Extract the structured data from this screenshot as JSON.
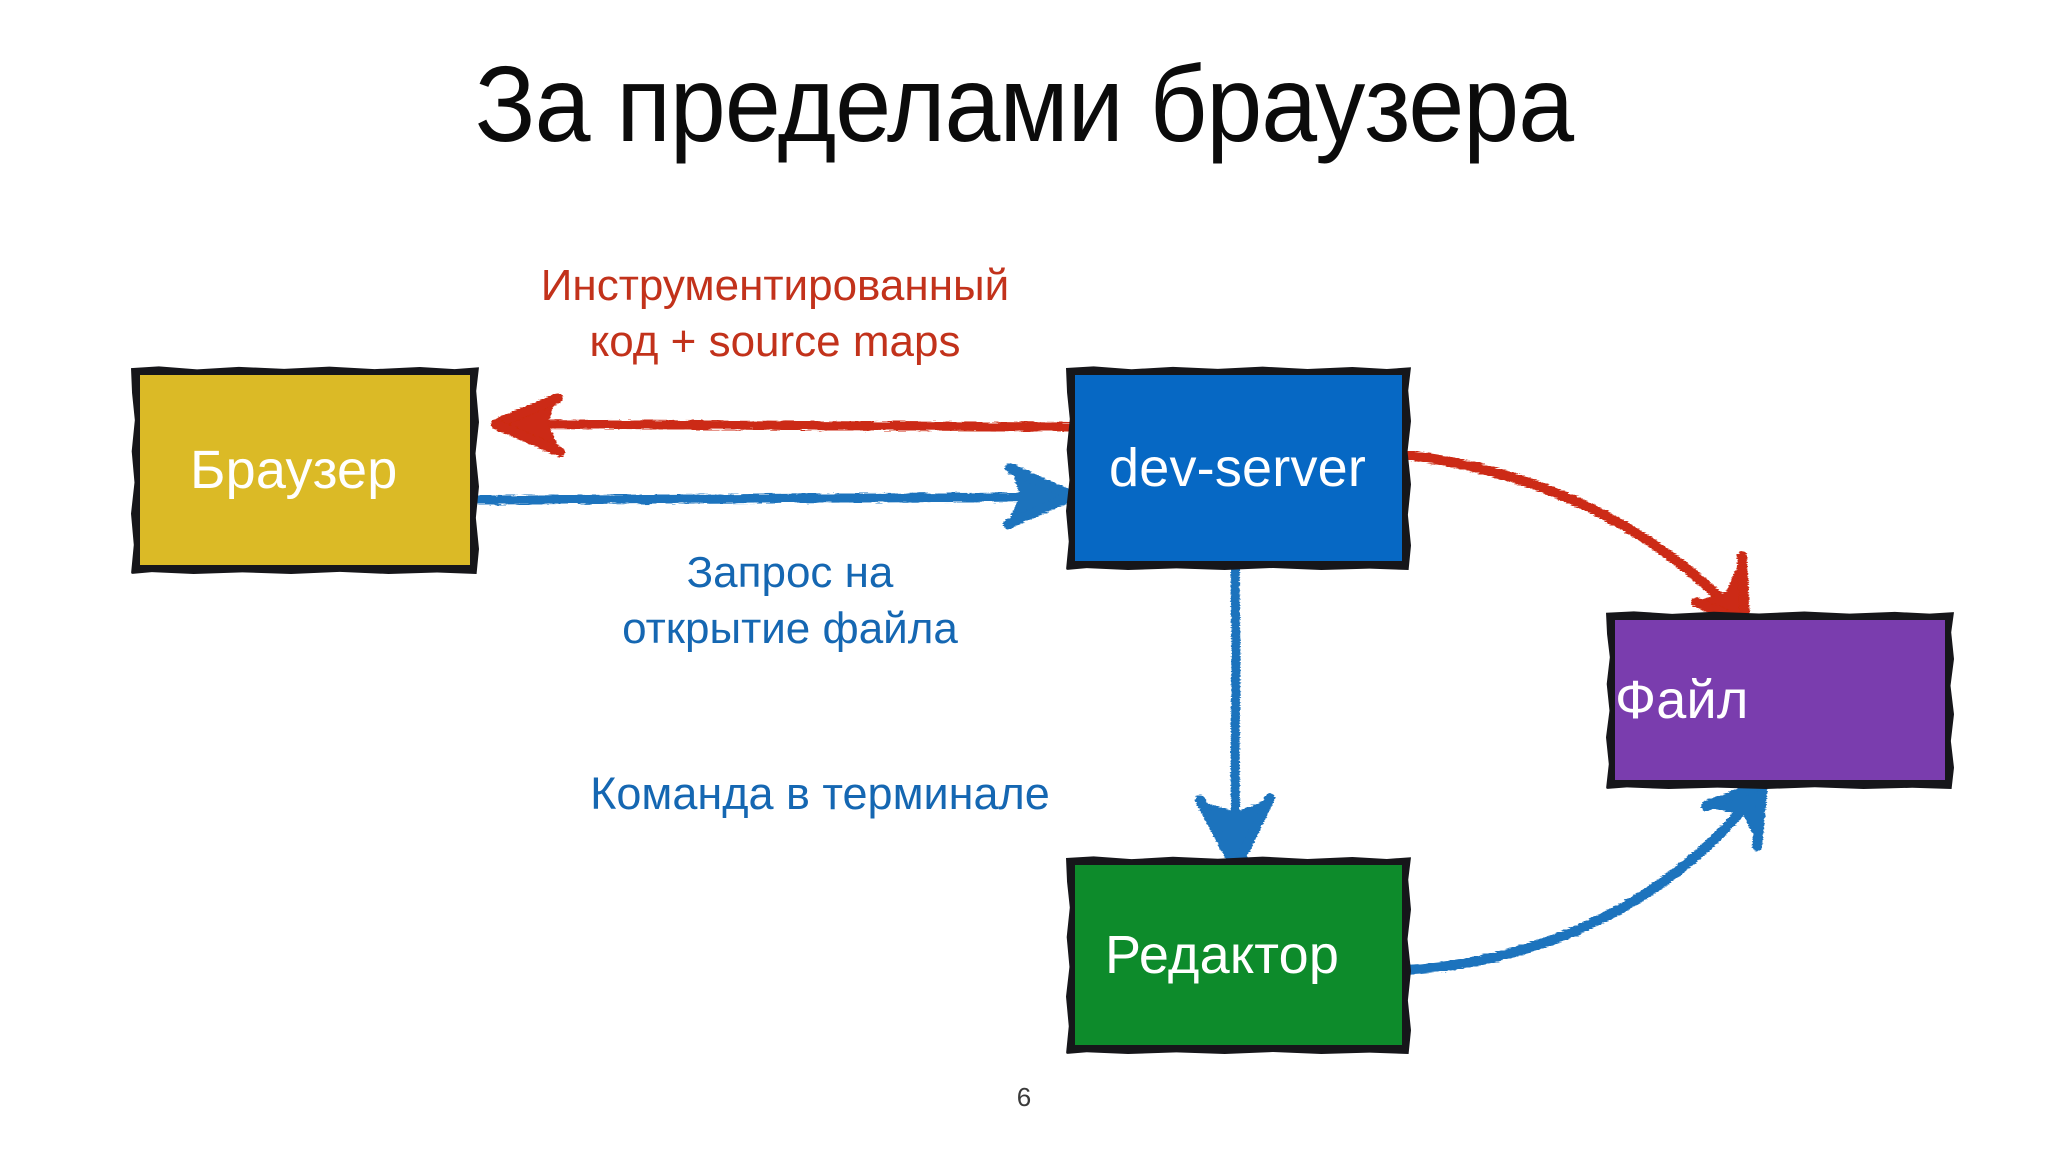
{
  "slide": {
    "title": "За пределами браузера",
    "page_number": "6",
    "background_color": "#ffffff"
  },
  "nodes": [
    {
      "id": "browser",
      "label": "Браузер",
      "fill": "#dbba26",
      "text_color": "#ffffff",
      "border_color": "#16161a"
    },
    {
      "id": "dev-server",
      "label": "dev-server",
      "fill": "#0668c4",
      "text_color": "#ffffff",
      "border_color": "#16161a"
    },
    {
      "id": "file",
      "label": "Файл",
      "fill": "#7a3dae",
      "text_color": "#ffffff",
      "border_color": "#16161a"
    },
    {
      "id": "editor",
      "label": "Редактор",
      "fill": "#0d8b2b",
      "text_color": "#ffffff",
      "border_color": "#16161a"
    }
  ],
  "edge_labels": {
    "instrumented": "Инструментированный\nкод + source maps",
    "open_file_request": "Запрос на\nоткрытие файла",
    "terminal_command": "Команда в терминале"
  },
  "colors": {
    "red": "#cc2b12",
    "red_text": "#c2321b",
    "blue": "#1b73bd",
    "blue_text": "#1567b2",
    "black": "#16161a"
  },
  "arrows": [
    {
      "id": "devserver-to-browser",
      "from": "dev-server",
      "to": "browser",
      "color": "#cc2b12",
      "shape": "straight",
      "direction": "left",
      "label": "instrumented"
    },
    {
      "id": "browser-to-devserver",
      "from": "browser",
      "to": "dev-server",
      "color": "#1b73bd",
      "shape": "straight",
      "direction": "right",
      "label": "open_file_request"
    },
    {
      "id": "devserver-to-file",
      "from": "dev-server",
      "to": "file",
      "color": "#cc2b12",
      "shape": "curved",
      "direction": "down-right",
      "label": ""
    },
    {
      "id": "devserver-to-editor",
      "from": "dev-server",
      "to": "editor",
      "color": "#1b73bd",
      "shape": "straight",
      "direction": "down",
      "label": "terminal_command"
    },
    {
      "id": "editor-to-file",
      "from": "editor",
      "to": "file",
      "color": "#1b73bd",
      "shape": "curved",
      "direction": "up-right",
      "label": ""
    }
  ]
}
